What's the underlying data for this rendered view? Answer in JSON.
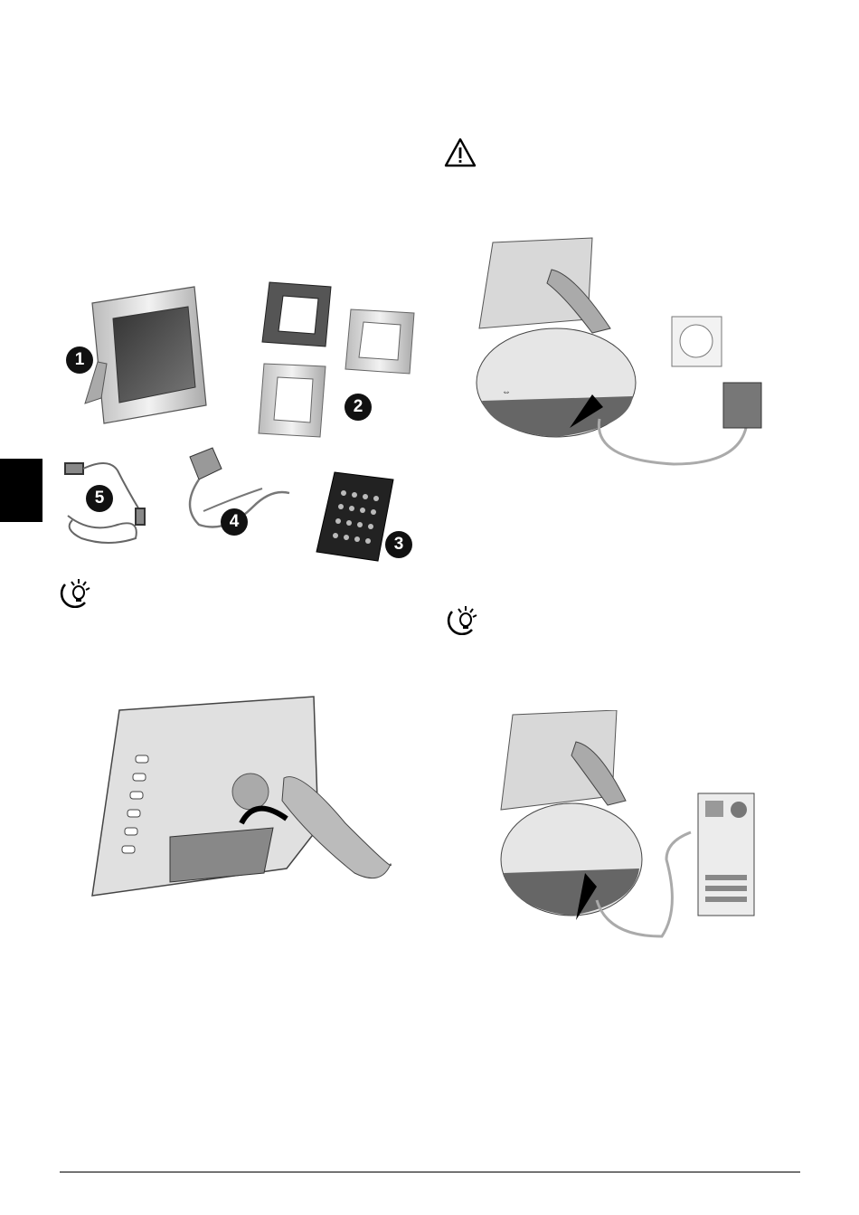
{
  "page": {
    "side_tab_color": "#000000"
  },
  "contents_figure": {
    "callouts": [
      "1",
      "2",
      "3",
      "4",
      "5"
    ],
    "icons": [
      "photo-frame",
      "frame-inserts",
      "remote-control",
      "power-adapter",
      "usb-cable"
    ]
  },
  "notes": {
    "icons": [
      "lightbulb-tip-icon",
      "lightbulb-tip-icon"
    ]
  },
  "warning": {
    "icon": "warning-triangle-icon"
  },
  "figures": {
    "stand": "frame-back-with-stand",
    "power": "power-connection",
    "usb": "usb-computer-connection"
  }
}
